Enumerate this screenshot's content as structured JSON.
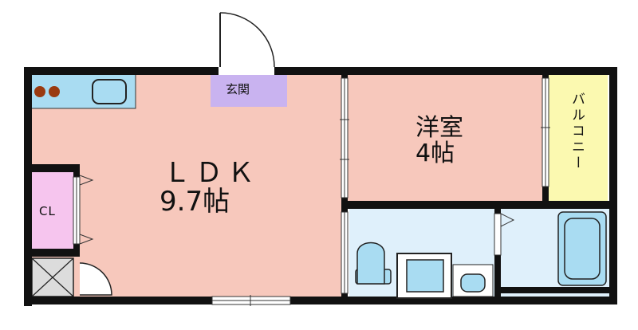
{
  "rooms": {
    "ldk": {
      "name": "ＬＤＫ",
      "size": "9.7帖"
    },
    "western": {
      "name": "洋室",
      "size": "4帖"
    },
    "entrance": {
      "name": "玄関"
    },
    "closet": {
      "name": "CL"
    },
    "balcony": {
      "name": "バルコニー"
    }
  },
  "colors": {
    "wall": "#111111",
    "ldk": "#f7c8bc",
    "western": "#f7c8bc",
    "entrance": "#c9b3f0",
    "closet": "#f6c5ee",
    "balcony": "#fbf9b0",
    "wet_area": "#dff0fb",
    "fixture": "#a9dcf2",
    "storage": "#dcdcdc",
    "stove": "#9a3a10"
  }
}
